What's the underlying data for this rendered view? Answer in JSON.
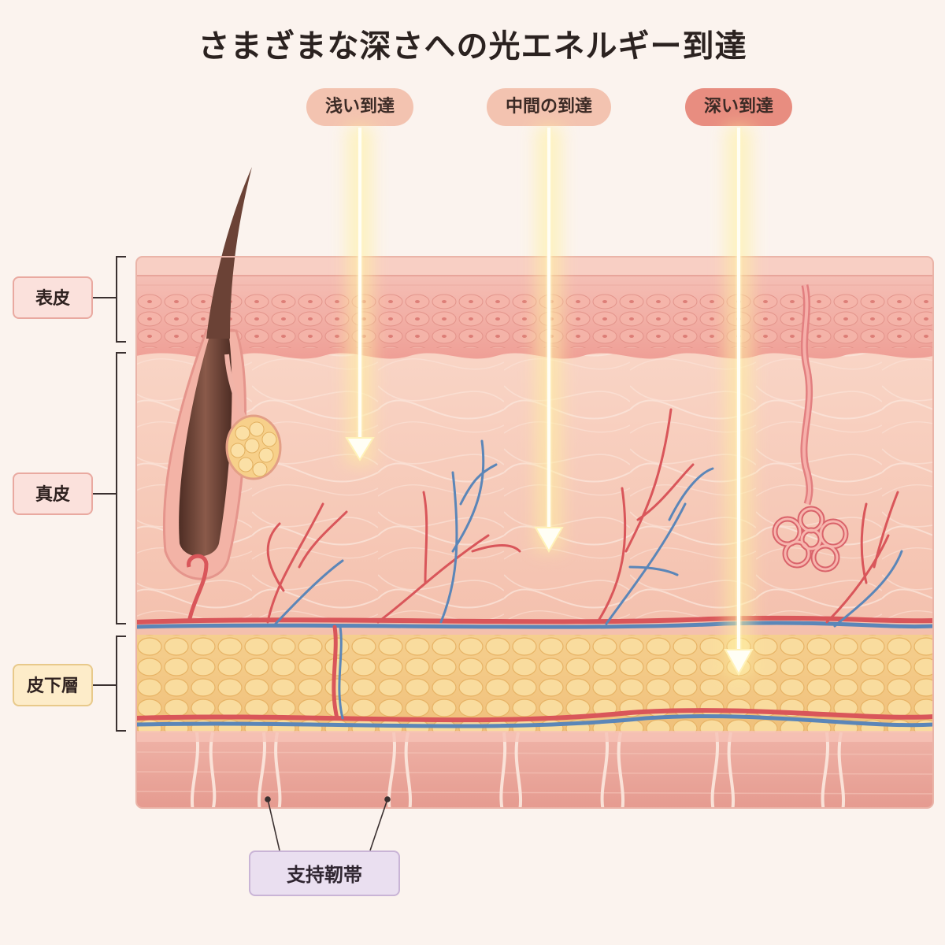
{
  "title": "さまざまな深さへの光エネルギー到達",
  "depth_badges": [
    {
      "label": "浅い到達",
      "color": "#f3c3b0"
    },
    {
      "label": "中間の到達",
      "color": "#f3c3b0"
    },
    {
      "label": "深い到達",
      "color": "#e88d80"
    }
  ],
  "layers": [
    {
      "label": "表皮",
      "color": "#fbe1dc",
      "border": "#e9a9a0"
    },
    {
      "label": "真皮",
      "color": "#fbe1dc",
      "border": "#e9a9a0"
    },
    {
      "label": "皮下層",
      "color": "#fdecc9",
      "border": "#e8c98a"
    }
  ],
  "ligament_label": "支持靭帯",
  "colors": {
    "epidermis": "#f4b2a8",
    "dermis": "#f8cdbd",
    "fat": "#f7d38a",
    "muscle": "#eba79c",
    "artery": "#d9565a",
    "vein": "#5b86b8",
    "hair": "#6b4236",
    "light": "#fff6c8"
  }
}
